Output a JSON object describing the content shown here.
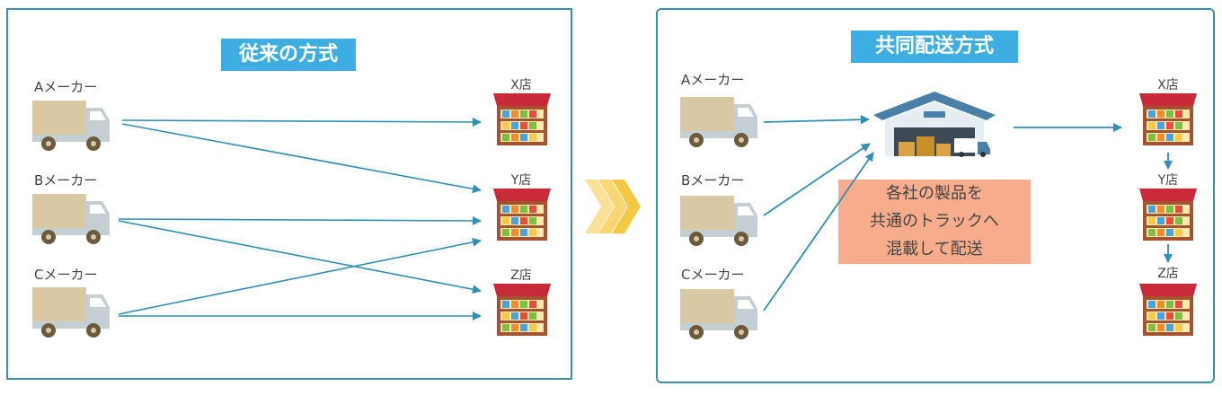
{
  "left": {
    "title": "従来の方式",
    "makers": [
      "Aメーカー",
      "Bメーカー",
      "Cメーカー"
    ],
    "stores": [
      "X店",
      "Y店",
      "Z店"
    ]
  },
  "right": {
    "title": "共同配送方式",
    "makers": [
      "Aメーカー",
      "Bメーカー",
      "Cメーカー"
    ],
    "stores": [
      "X店",
      "Y店",
      "Z店"
    ],
    "note": [
      "各社の製品を",
      "共通のトラックへ",
      "混載して配送"
    ]
  },
  "colors": {
    "accent": "#3eaee2",
    "arrow": "#2f8fb5",
    "panel_border": "#3a8fb0",
    "note_bg": "#f7ad8c",
    "chevron": "#f5c842"
  }
}
